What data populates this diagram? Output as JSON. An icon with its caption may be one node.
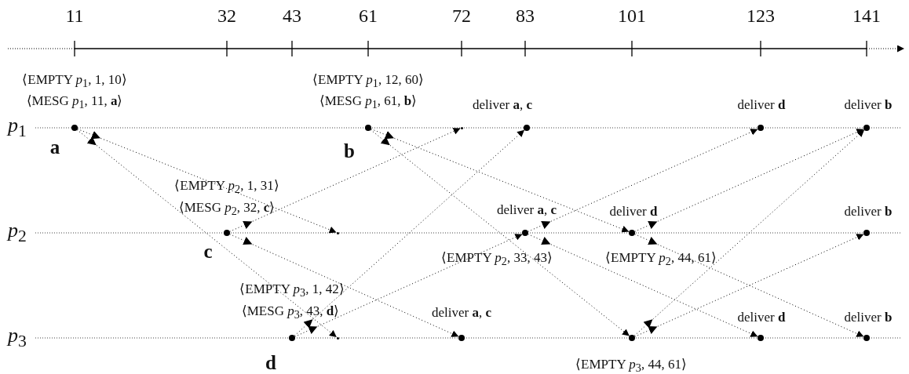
{
  "diagram": {
    "nodes": [
      {
        "text": [],
        "shape": "circle",
        "beside": [
          "⟨EMPTY *p*$_{1}$, 1, 10⟩",
          "⟨MESG *p*$_{1}$, 11, **a**⟩",
          "**a**"
        ]
      },
      {
        "text": [],
        "shape": "circle",
        "beside": [
          "⟨EMPTY *p*$_{1}$, 12, 60⟩",
          "⟨MESG *p*$_{1}$, 61, **b**⟩",
          "**b**"
        ]
      },
      {
        "text": [],
        "shape": "circle",
        "beside": [
          "deliver **a**, **c**"
        ]
      },
      {
        "text": [],
        "shape": "circle",
        "beside": [
          "deliver **d**"
        ]
      },
      {
        "text": [],
        "shape": "circle",
        "beside": [
          "deliver **b**"
        ]
      },
      {
        "text": [],
        "shape": "circle",
        "beside": [
          "⟨EMPTY *p*$_{2}$, 1, 31⟩",
          "⟨MESG *p*$_{2}$, 32, **c**⟩",
          "**c**"
        ]
      },
      {
        "text": [],
        "shape": "circle",
        "beside": [
          "deliver **a**, **c**",
          "⟨EMPTY *p*$_{2}$, 33, 43⟩"
        ]
      },
      {
        "text": [],
        "shape": "circle",
        "beside": [
          "deliver **d**",
          "⟨EMPTY *p*$_{2}$, 44, 61⟩"
        ]
      },
      {
        "text": [],
        "shape": "circle",
        "beside": [
          "deliver **b**"
        ]
      },
      {
        "text": [],
        "shape": "circle",
        "beside": [
          "⟨EMPTY *p*$_{3}$, 1, 42⟩",
          "⟨MESG *p*$_{3}$, 43, **d**⟩",
          "**d**"
        ]
      },
      {
        "text": [],
        "shape": "circle",
        "beside": [
          "deliver **a**, **c**"
        ]
      },
      {
        "text": [],
        "shape": "circle",
        "beside": [
          "⟨EMPTY *p*$_{3}$, 44, 61⟩"
        ]
      },
      {
        "text": [],
        "shape": "circle",
        "beside": [
          "deliver **d**"
        ]
      },
      {
        "text": [],
        "shape": "circle",
        "beside": [
          "deliver **b**"
        ]
      },
      {
        "text": [],
        "shape": "point"
      },
      {
        "text": [],
        "shape": "point"
      },
      {
        "text": [],
        "shape": "point"
      }
    ],
    "edges": [
      {
        "from": 0,
        "to": 15,
        "arrow": "to"
      },
      {
        "from": 0,
        "to": 16,
        "arrow": "to"
      },
      {
        "from": 1,
        "to": 7,
        "arrow": "to"
      },
      {
        "from": 1,
        "to": 11,
        "arrow": "to"
      },
      {
        "from": 5,
        "to": 14,
        "arrow": "to"
      },
      {
        "from": 5,
        "to": 10,
        "arrow": "to"
      },
      {
        "from": 9,
        "to": 2,
        "arrow": "to"
      },
      {
        "from": 9,
        "to": 6,
        "arrow": "to"
      },
      {
        "from": 6,
        "to": 3,
        "arrow": "to"
      },
      {
        "from": 6,
        "to": 12,
        "arrow": "to"
      },
      {
        "from": 7,
        "to": 4,
        "arrow": "to"
      },
      {
        "from": 7,
        "to": 13,
        "arrow": "to"
      },
      {
        "from": 11,
        "to": 4,
        "arrow": "to"
      },
      {
        "from": 11,
        "to": 8,
        "arrow": "to"
      }
    ],
    "labels": [
      "11",
      "32",
      "43",
      "61",
      "72",
      "83",
      "101",
      "123",
      "141",
      "*p*$_{1}$",
      "*p*$_{2}$",
      "*p*$_{3}$"
    ]
  }
}
